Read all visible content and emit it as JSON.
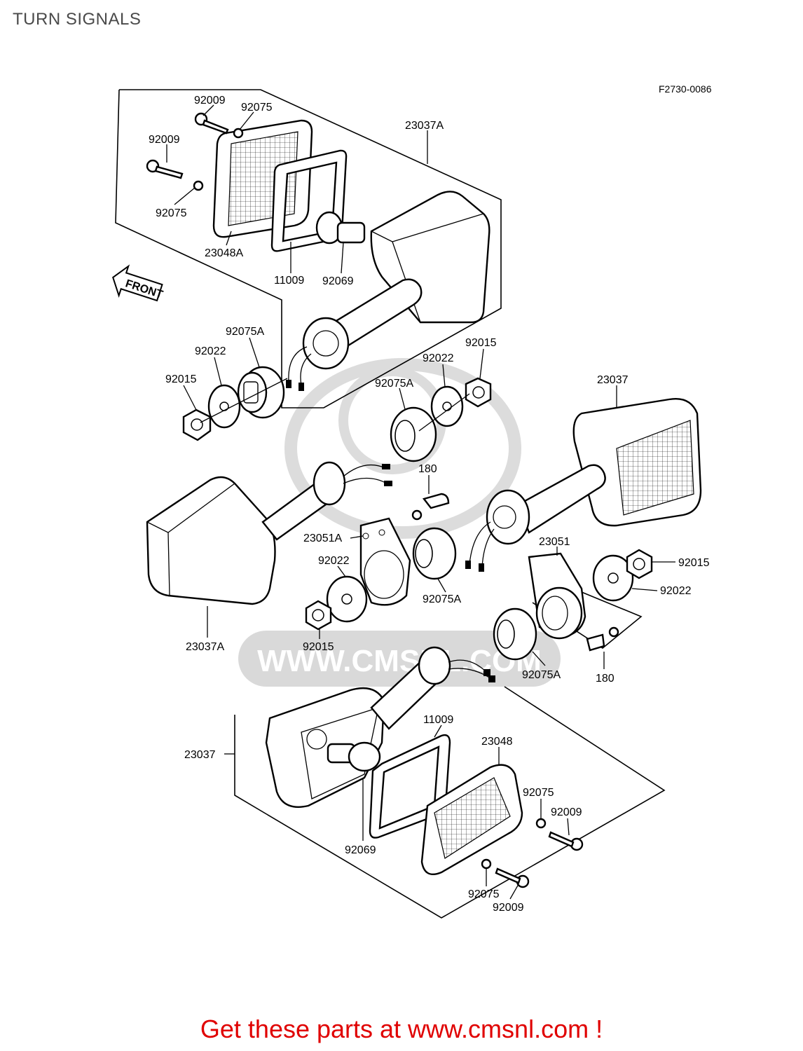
{
  "page": {
    "title": "TURN SIGNALS",
    "diagram_code": "F2730-0086",
    "footer": "Get these parts at www.cmsnl.com !",
    "watermark": "WWW.CMSNL.COM"
  },
  "direction_marker": "FRONT",
  "part_labels": [
    {
      "id": "l1",
      "text": "92009"
    },
    {
      "id": "l2",
      "text": "92075"
    },
    {
      "id": "l3",
      "text": "92009"
    },
    {
      "id": "l4",
      "text": "92075"
    },
    {
      "id": "l5",
      "text": "23048A"
    },
    {
      "id": "l6",
      "text": "11009"
    },
    {
      "id": "l7",
      "text": "92069"
    },
    {
      "id": "l8",
      "text": "23037A"
    },
    {
      "id": "l9",
      "text": "92075A"
    },
    {
      "id": "l10",
      "text": "92022"
    },
    {
      "id": "l11",
      "text": "92015"
    },
    {
      "id": "l12",
      "text": "92015"
    },
    {
      "id": "l13",
      "text": "92022"
    },
    {
      "id": "l14",
      "text": "92075A"
    },
    {
      "id": "l15",
      "text": "23037"
    },
    {
      "id": "l16",
      "text": "180"
    },
    {
      "id": "l17",
      "text": "23051A"
    },
    {
      "id": "l18",
      "text": "92022"
    },
    {
      "id": "l19",
      "text": "92075A"
    },
    {
      "id": "l20",
      "text": "23051"
    },
    {
      "id": "l21",
      "text": "92015"
    },
    {
      "id": "l22",
      "text": "92022"
    },
    {
      "id": "l23",
      "text": "23037A"
    },
    {
      "id": "l24",
      "text": "92015"
    },
    {
      "id": "l25",
      "text": "92075A"
    },
    {
      "id": "l26",
      "text": "180"
    },
    {
      "id": "l27",
      "text": "11009"
    },
    {
      "id": "l28",
      "text": "23048"
    },
    {
      "id": "l29",
      "text": "23037"
    },
    {
      "id": "l30",
      "text": "92075"
    },
    {
      "id": "l31",
      "text": "92009"
    },
    {
      "id": "l32",
      "text": "92069"
    },
    {
      "id": "l33",
      "text": "92075"
    },
    {
      "id": "l34",
      "text": "92009"
    }
  ]
}
